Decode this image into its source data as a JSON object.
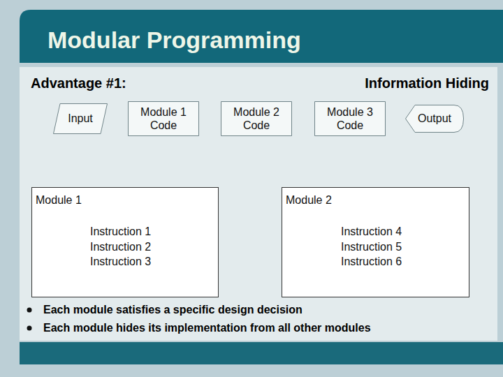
{
  "diagram": {
    "title": "Modular Programming",
    "nodes": [
      {
        "text": [
          "Input"
        ]
      },
      {
        "text": [
          "Module 1 Code"
        ]
      },
      {
        "text": [
          "Module 2 Code"
        ]
      },
      {
        "text": [
          "Module 3 Code"
        ]
      },
      {
        "text": [
          "Output"
        ]
      },
      {
        "text": [
          "Module 1",
          "Instruction 1 Instruction 2 Instruction 3"
        ]
      },
      {
        "text": [
          "Module 2",
          "Instruction 4 Instruction 5 Instruction 6"
        ]
      }
    ],
    "labels": [
      "Advantage #1:",
      "Information Hiding",
      "Each module satisfies a specific design decision",
      "Each module hides its implementation from all other modules"
    ]
  }
}
